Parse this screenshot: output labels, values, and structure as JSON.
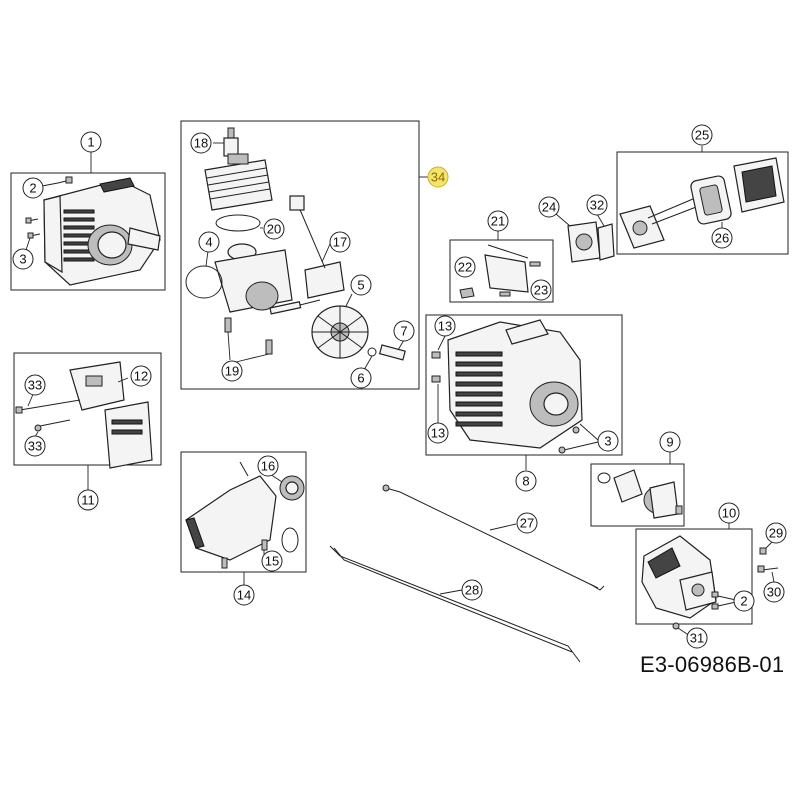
{
  "drawing_code": "E3-06986B-01",
  "callouts": {
    "c1": "1",
    "c2a": "2",
    "c2b": "2",
    "c3a": "3",
    "c3b": "3",
    "c4": "4",
    "c5": "5",
    "c6": "6",
    "c7": "7",
    "c8": "8",
    "c9": "9",
    "c10": "10",
    "c11": "11",
    "c12": "12",
    "c13a": "13",
    "c13b": "13",
    "c14": "14",
    "c15": "15",
    "c16": "16",
    "c17": "17",
    "c18": "18",
    "c19": "19",
    "c20": "20",
    "c21": "21",
    "c22": "22",
    "c23": "23",
    "c24": "24",
    "c25": "25",
    "c26": "26",
    "c27": "27",
    "c28": "28",
    "c29": "29",
    "c30": "30",
    "c31": "31",
    "c32": "32",
    "c33a": "33",
    "c33b": "33",
    "c34": "34"
  },
  "highlight_color": "#f5e46a"
}
